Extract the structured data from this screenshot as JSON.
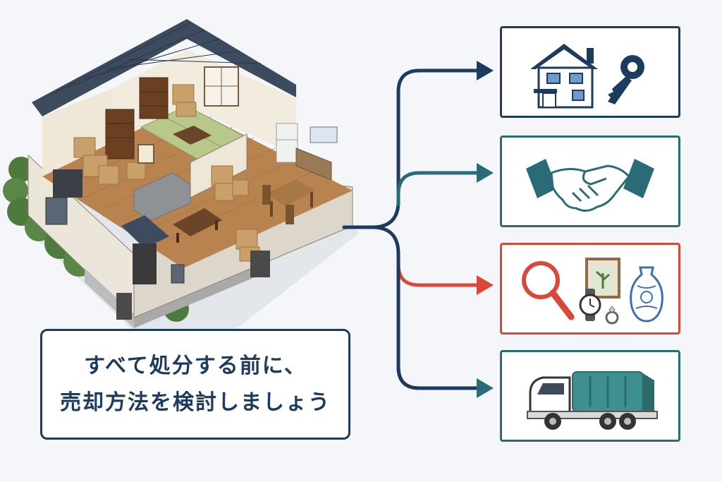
{
  "caption": {
    "line1": "すべて処分する前に、",
    "line2": "売却方法を検討しましょう"
  },
  "options": [
    {
      "id": "house-sale",
      "icons": [
        "house-icon",
        "key-icon"
      ],
      "color": "#1d3a5f"
    },
    {
      "id": "handshake",
      "icons": [
        "handshake-icon"
      ],
      "color": "#2a6b78"
    },
    {
      "id": "appraisal",
      "icons": [
        "magnifier-icon",
        "picture-frame-icon",
        "watch-icon",
        "ring-icon",
        "vase-icon"
      ],
      "color": "#d9493a"
    },
    {
      "id": "disposal",
      "icons": [
        "garbage-truck-icon"
      ],
      "color": "#2a6b78"
    }
  ],
  "colors": {
    "navy": "#1d3a5f",
    "teal": "#2a6b78",
    "red": "#d9493a",
    "background": "#f4f6f9"
  }
}
